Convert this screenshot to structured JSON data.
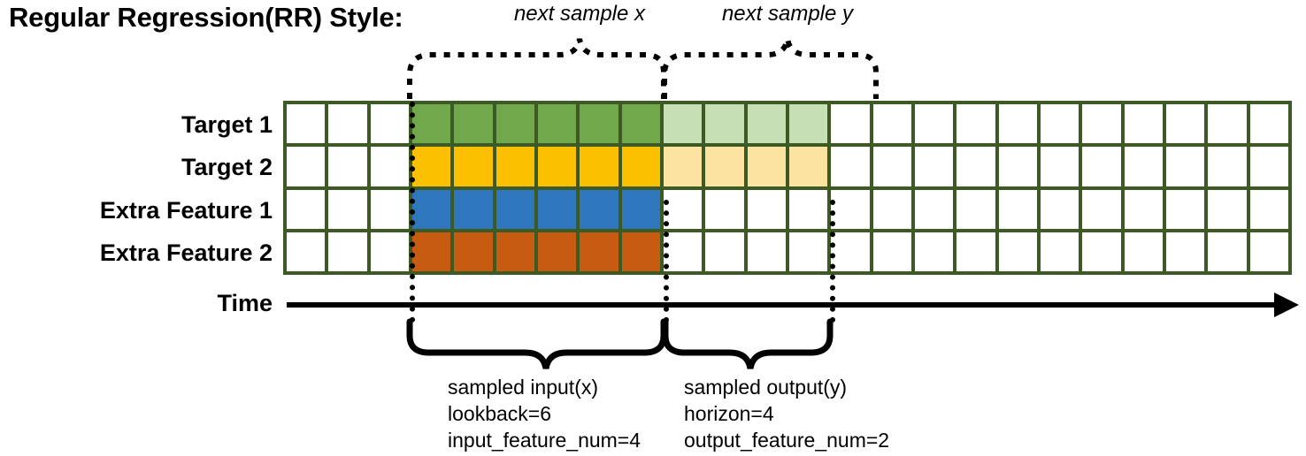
{
  "title": "Regular Regression(RR) Style:",
  "row_labels": [
    {
      "name": "target-1",
      "label": "Target 1"
    },
    {
      "name": "target-2",
      "label": "Target 2"
    },
    {
      "name": "extra-feature-1",
      "label": "Extra Feature 1"
    },
    {
      "name": "extra-feature-2",
      "label": "Extra Feature 2"
    }
  ],
  "time_axis": {
    "label": "Time",
    "arrow": "right-arrow-icon"
  },
  "colors": {
    "grid_border": "#3e5a24",
    "empty": "#ffffff",
    "target1_input": "#70a84b",
    "target1_output": "#c6dfb4",
    "target2_input": "#fbc000",
    "target2_output": "#fce4a0",
    "extra1_input": "#2e77bc",
    "extra2_input": "#c75b12"
  },
  "grid": {
    "columns": 24,
    "rows": 4,
    "lead_empty_cols": 3,
    "input_cols": 6,
    "output_cols": 4,
    "trail_empty_cols": 11,
    "fills": [
      [
        "#ffffff",
        "#ffffff",
        "#ffffff",
        "#70a84b",
        "#70a84b",
        "#70a84b",
        "#70a84b",
        "#70a84b",
        "#70a84b",
        "#c6dfb4",
        "#c6dfb4",
        "#c6dfb4",
        "#c6dfb4",
        "#ffffff",
        "#ffffff",
        "#ffffff",
        "#ffffff",
        "#ffffff",
        "#ffffff",
        "#ffffff",
        "#ffffff",
        "#ffffff",
        "#ffffff",
        "#ffffff"
      ],
      [
        "#ffffff",
        "#ffffff",
        "#ffffff",
        "#fbc000",
        "#fbc000",
        "#fbc000",
        "#fbc000",
        "#fbc000",
        "#fbc000",
        "#fce4a0",
        "#fce4a0",
        "#fce4a0",
        "#fce4a0",
        "#ffffff",
        "#ffffff",
        "#ffffff",
        "#ffffff",
        "#ffffff",
        "#ffffff",
        "#ffffff",
        "#ffffff",
        "#ffffff",
        "#ffffff",
        "#ffffff"
      ],
      [
        "#ffffff",
        "#ffffff",
        "#ffffff",
        "#2e77bc",
        "#2e77bc",
        "#2e77bc",
        "#2e77bc",
        "#2e77bc",
        "#2e77bc",
        "#ffffff",
        "#ffffff",
        "#ffffff",
        "#ffffff",
        "#ffffff",
        "#ffffff",
        "#ffffff",
        "#ffffff",
        "#ffffff",
        "#ffffff",
        "#ffffff",
        "#ffffff",
        "#ffffff",
        "#ffffff",
        "#ffffff"
      ],
      [
        "#ffffff",
        "#ffffff",
        "#ffffff",
        "#c75b12",
        "#c75b12",
        "#c75b12",
        "#c75b12",
        "#c75b12",
        "#c75b12",
        "#ffffff",
        "#ffffff",
        "#ffffff",
        "#ffffff",
        "#ffffff",
        "#ffffff",
        "#ffffff",
        "#ffffff",
        "#ffffff",
        "#ffffff",
        "#ffffff",
        "#ffffff",
        "#ffffff",
        "#ffffff",
        "#ffffff"
      ]
    ]
  },
  "top_braces": [
    {
      "name": "next-sample-x",
      "label": "next sample x"
    },
    {
      "name": "next-sample-y",
      "label": "next sample y"
    }
  ],
  "bottom_braces": [
    {
      "name": "sampled-input",
      "line1": "sampled input(x)",
      "line2": "lookback=6",
      "line3": "input_feature_num=4"
    },
    {
      "name": "sampled-output",
      "line1": "sampled output(y)",
      "line2": "horizon=4",
      "line3": "output_feature_num=2"
    }
  ]
}
